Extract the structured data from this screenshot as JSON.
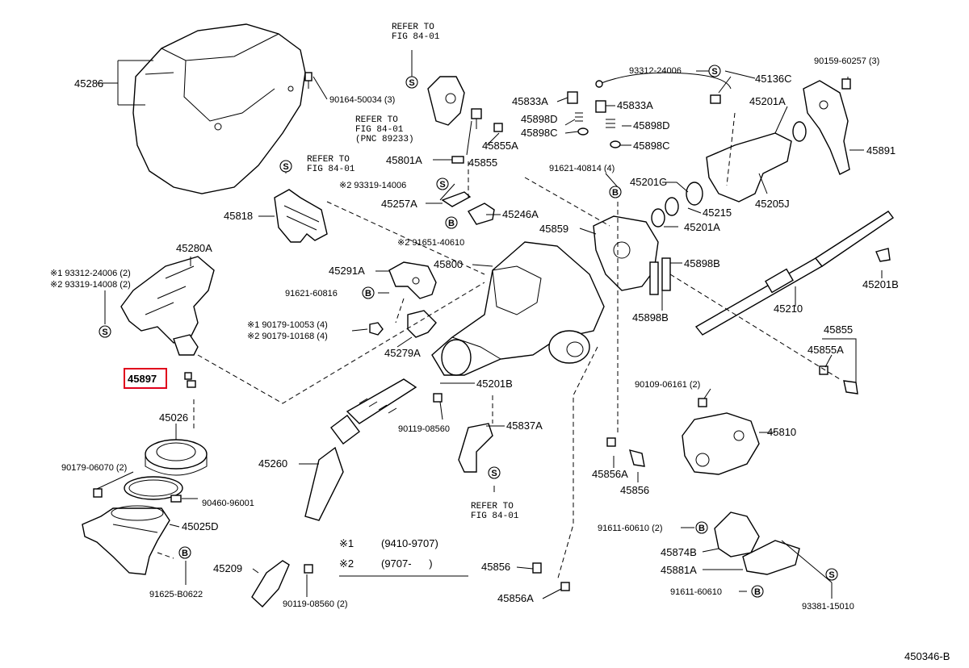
{
  "highlight_color": "#e0001b",
  "diagram_code": "450346-B",
  "parts": [
    {
      "id": "p45286",
      "text": "45286"
    },
    {
      "id": "p90164",
      "text": "90164-50034 (3)"
    },
    {
      "id": "p45280A",
      "text": "45280A"
    },
    {
      "id": "p93312a",
      "text": "※1 93312-24006 (2)"
    },
    {
      "id": "p93319a",
      "text": "※2 93319-14008 (2)"
    },
    {
      "id": "p45897",
      "text": "45897"
    },
    {
      "id": "p45026",
      "text": "45026"
    },
    {
      "id": "p90179a",
      "text": "90179-06070 (2)"
    },
    {
      "id": "p90460",
      "text": "90460-96001"
    },
    {
      "id": "p45025D",
      "text": "45025D"
    },
    {
      "id": "p91625",
      "text": "91625-B0622"
    },
    {
      "id": "p45818",
      "text": "45818"
    },
    {
      "id": "p45291A",
      "text": "45291A"
    },
    {
      "id": "p91621a",
      "text": "91621-60816"
    },
    {
      "id": "p90179b",
      "text": "※1 90179-10053 (4)"
    },
    {
      "id": "p90179c",
      "text": "※2 90179-10168 (4)"
    },
    {
      "id": "p45279A",
      "text": "45279A"
    },
    {
      "id": "p45260",
      "text": "45260"
    },
    {
      "id": "p45209",
      "text": "45209"
    },
    {
      "id": "p90119a",
      "text": "90119-08560 (2)"
    },
    {
      "id": "p90119b",
      "text": "90119-08560"
    },
    {
      "id": "p45837A",
      "text": "45837A"
    },
    {
      "id": "p45201Ba",
      "text": "45201B"
    },
    {
      "id": "p45800",
      "text": "45800"
    },
    {
      "id": "p91651",
      "text": "※2 91651-40610"
    },
    {
      "id": "p93319b",
      "text": "※2 93319-14006"
    },
    {
      "id": "p45257A",
      "text": "45257A"
    },
    {
      "id": "p45246A",
      "text": "45246A"
    },
    {
      "id": "p45801A",
      "text": "45801A"
    },
    {
      "id": "p45855",
      "text": "45855"
    },
    {
      "id": "p45855Aa",
      "text": "45855A"
    },
    {
      "id": "p45833Aa",
      "text": "45833A"
    },
    {
      "id": "p45833Ab",
      "text": "45833A"
    },
    {
      "id": "p45898Da",
      "text": "45898D"
    },
    {
      "id": "p45898Db",
      "text": "45898D"
    },
    {
      "id": "p45898Ca",
      "text": "45898C"
    },
    {
      "id": "p45898Cb",
      "text": "45898C"
    },
    {
      "id": "p93312b",
      "text": "93312-24006"
    },
    {
      "id": "p45136C",
      "text": "45136C"
    },
    {
      "id": "p90159",
      "text": "90159-60257 (3)"
    },
    {
      "id": "p45201A",
      "text": "45201A"
    },
    {
      "id": "p45891",
      "text": "45891"
    },
    {
      "id": "p91621b",
      "text": "91621-40814 (4)"
    },
    {
      "id": "p45201G",
      "text": "45201G"
    },
    {
      "id": "p45205J",
      "text": "45205J"
    },
    {
      "id": "p45215",
      "text": "45215"
    },
    {
      "id": "p45201Ab",
      "text": "45201A"
    },
    {
      "id": "p45859",
      "text": "45859"
    },
    {
      "id": "p45898B",
      "text": "45898B"
    },
    {
      "id": "p45898Bb",
      "text": "45898B"
    },
    {
      "id": "p45201Bb",
      "text": "45201B"
    },
    {
      "id": "p45210",
      "text": "45210"
    },
    {
      "id": "p45855b",
      "text": "45855"
    },
    {
      "id": "p45855Ab",
      "text": "45855A"
    },
    {
      "id": "p90109",
      "text": "90109-06161 (2)"
    },
    {
      "id": "p45810",
      "text": "45810"
    },
    {
      "id": "p45856Aa",
      "text": "45856A"
    },
    {
      "id": "p45856a",
      "text": "45856"
    },
    {
      "id": "p91611a",
      "text": "91611-60610 (2)"
    },
    {
      "id": "p45874B",
      "text": "45874B"
    },
    {
      "id": "p45881A",
      "text": "45881A"
    },
    {
      "id": "p91611b",
      "text": "91611-60610"
    },
    {
      "id": "p93381",
      "text": "93381-15010"
    },
    {
      "id": "p45856b",
      "text": "45856"
    },
    {
      "id": "p45856Ab",
      "text": "45856A"
    }
  ],
  "refer_notes": [
    {
      "id": "r1",
      "line1": "REFER TO",
      "line2": "FIG 84-01",
      "line3": ""
    },
    {
      "id": "r2",
      "line1": "REFER TO",
      "line2": "FIG 84-01",
      "line3": "(PNC 89233)"
    },
    {
      "id": "r3",
      "line1": "REFER TO",
      "line2": "FIG 84-01",
      "line3": ""
    },
    {
      "id": "r4",
      "line1": "REFER TO",
      "line2": "FIG 84-01",
      "line3": ""
    }
  ],
  "legend": {
    "row1_mark": "※1",
    "row1_range": "(9410-9707)",
    "row2_mark": "※2",
    "row2_range": "(9707-      )"
  },
  "symbols": {
    "s": "S",
    "b": "B"
  }
}
